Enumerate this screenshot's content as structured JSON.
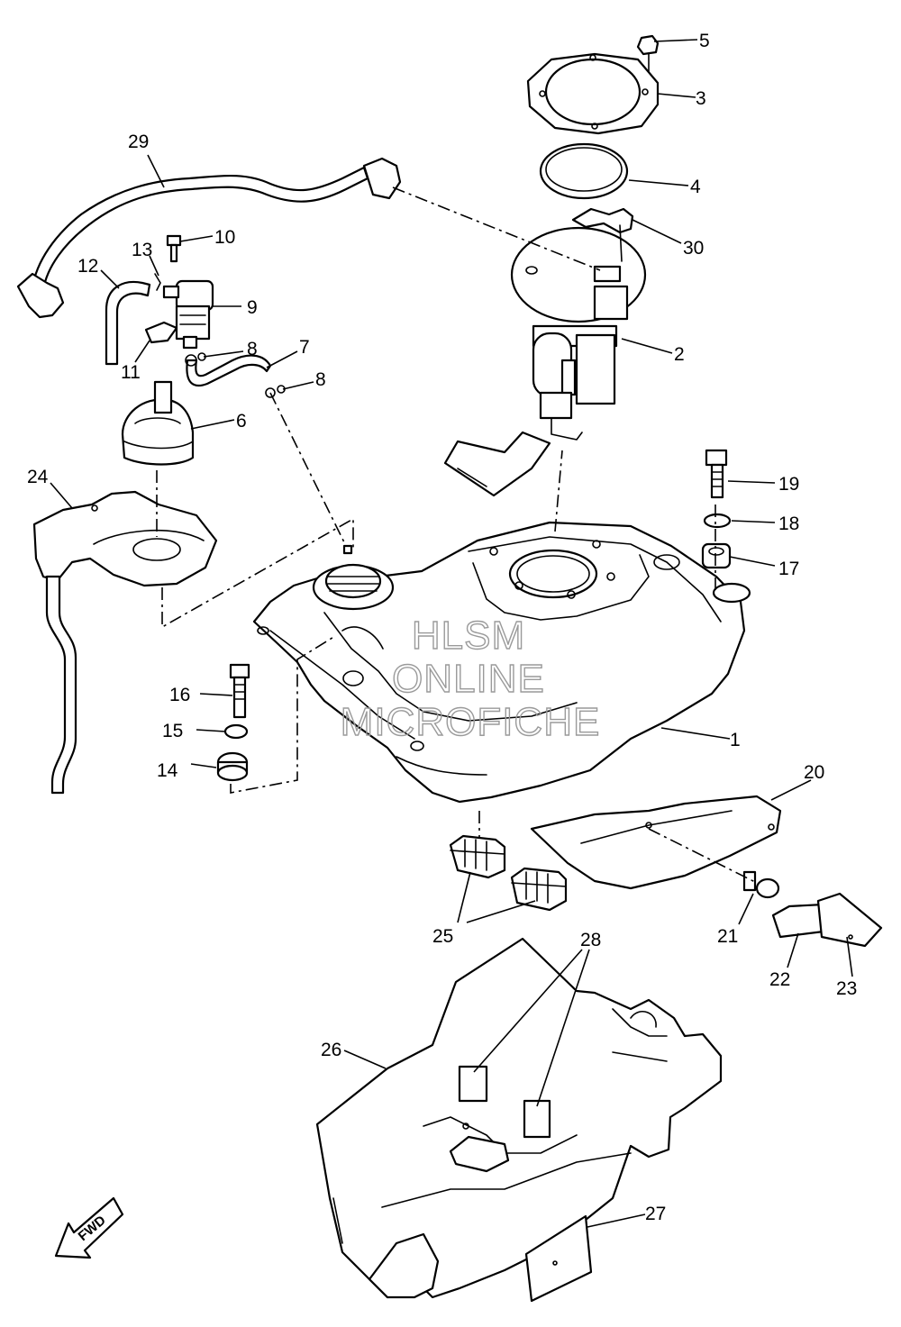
{
  "watermark": {
    "line1": "HLSM",
    "line2": "ONLINE",
    "line3": "MICROFICHE"
  },
  "direction_badge": "FWD",
  "callouts": {
    "c1": "1",
    "c2": "2",
    "c3": "3",
    "c4": "4",
    "c5": "5",
    "c6": "6",
    "c7": "7",
    "c8a": "8",
    "c8b": "8",
    "c9": "9",
    "c10": "10",
    "c11": "11",
    "c12": "12",
    "c13": "13",
    "c14": "14",
    "c15": "15",
    "c16": "16",
    "c17": "17",
    "c18": "18",
    "c19": "19",
    "c20": "20",
    "c21": "21",
    "c22": "22",
    "c23": "23",
    "c24": "24",
    "c25": "25",
    "c26": "26",
    "c27": "27",
    "c28": "28",
    "c29": "29",
    "c30": "30"
  }
}
